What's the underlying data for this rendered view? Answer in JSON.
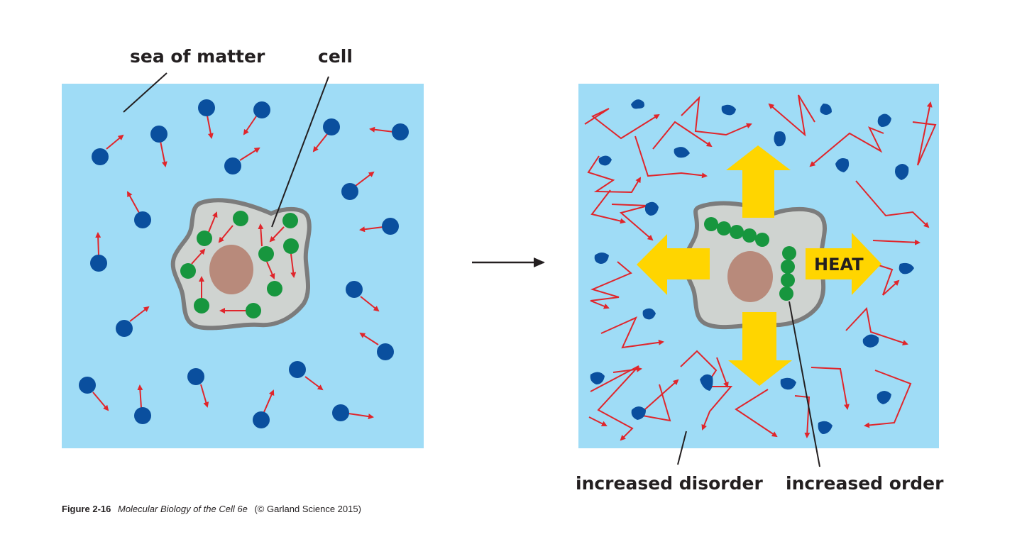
{
  "labels": {
    "sea_of_matter": "sea of matter",
    "cell": "cell",
    "increased_disorder": "increased disorder",
    "increased_order": "increased order",
    "heat": "HEAT"
  },
  "caption": {
    "figure": "Figure 2-16",
    "title": "Molecular Biology of the Cell 6e",
    "credit": "(© Garland Science 2015)"
  },
  "colors": {
    "sea": "#9fdcf6",
    "molecule": "#0a4f9e",
    "motion_arrow": "#e0252b",
    "cell_body": "#cfd3d0",
    "cell_outline": "#7c7c7c",
    "nucleus": "#b88a7b",
    "cell_molecule": "#17963e",
    "heat_arrow": "#ffd500",
    "text": "#231f20"
  }
}
